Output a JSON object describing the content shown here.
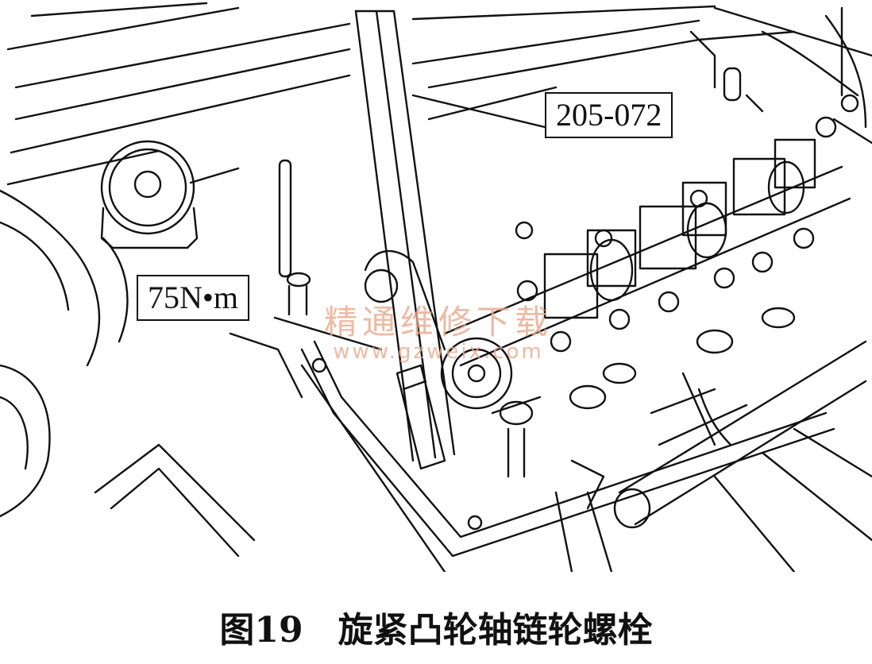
{
  "callouts": [
    {
      "id": "tool",
      "text": "205-072"
    },
    {
      "id": "torque",
      "text": "75N•m"
    }
  ],
  "watermark": {
    "text_cn": "精通维修下载",
    "url": "www.gzweix.com"
  },
  "caption": {
    "number": "图19",
    "text": "旋紧凸轮轴链轮螺栓"
  },
  "icons": {
    "figure": "engine-camshaft-line-drawing"
  }
}
